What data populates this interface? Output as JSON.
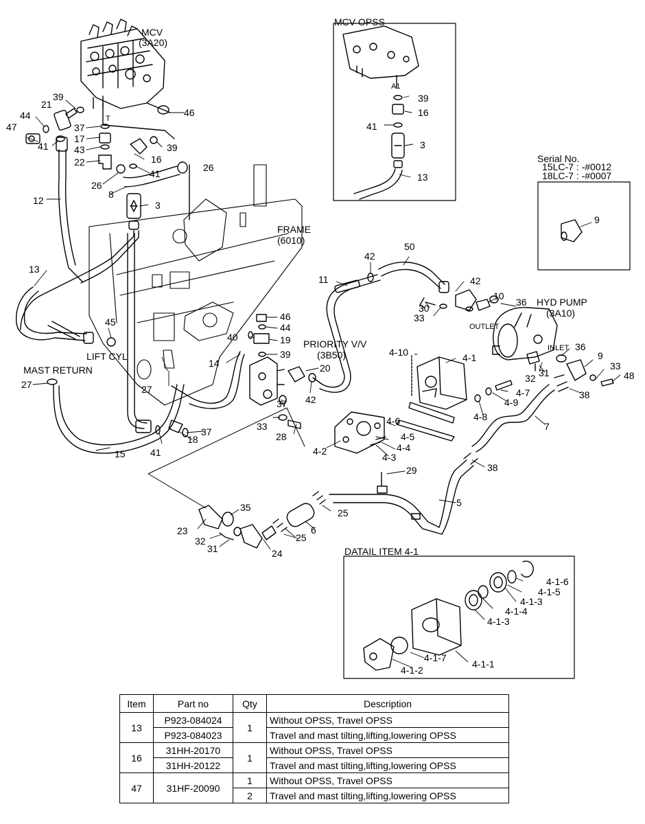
{
  "callouts": {
    "mcv": "MCV",
    "mcv_code": "(3A20)",
    "frame": "FRAME",
    "frame_code": "(6010)",
    "hyd_pump": "HYD PUMP",
    "hyd_pump_code": "(3A10)",
    "priority": "PRIORITY V/V",
    "priority_code": "(3B50)",
    "lift_cyl": "LIFT CYL",
    "mast_return": "MAST RETURN",
    "outlet": "OUTLET",
    "inlet": "INLET",
    "port_t": "T",
    "port_a1": "A1"
  },
  "inset_opss": {
    "title": "MCV OPSS",
    "labels": [
      "39",
      "16",
      "41",
      "3",
      "13"
    ]
  },
  "serial": {
    "title": "Serial No.",
    "line1": "15LC-7 : -#0012",
    "line2": "18LC-7 : -#0007",
    "item": "9"
  },
  "detail": {
    "title": "DATAIL ITEM 4-1",
    "labels": [
      "4-1-6",
      "4-1-5",
      "4-1-3",
      "4-1-4",
      "4-1-3",
      "4-1-7",
      "4-1-2",
      "4-1-1"
    ]
  },
  "main_labels": [
    "39",
    "21",
    "44",
    "47",
    "41",
    "37",
    "17",
    "43",
    "22",
    "46",
    "39",
    "16",
    "26",
    "41",
    "26",
    "8",
    "3",
    "12",
    "13",
    "45",
    "27",
    "15",
    "41",
    "18",
    "37",
    "14",
    "40",
    "46",
    "44",
    "19",
    "39",
    "20",
    "37",
    "42",
    "33",
    "28",
    "11",
    "42",
    "50",
    "42",
    "10",
    "30",
    "33",
    "36",
    "4-10",
    "4-1",
    "36",
    "32",
    "31",
    "9",
    "33",
    "48",
    "38",
    "4-7",
    "4-9",
    "4-8",
    "4-6",
    "4-5",
    "4-4",
    "4-3",
    "4-2",
    "7",
    "38",
    "29",
    "5",
    "25",
    "25",
    "6",
    "35",
    "23",
    "32",
    "31",
    "24",
    "27"
  ],
  "table": {
    "headers": [
      "Item",
      "Part no",
      "Qty",
      "Description"
    ],
    "rows": [
      {
        "item": "13",
        "parts": [
          "P923-084024",
          "P923-084023"
        ],
        "qty": "1",
        "desc": [
          "Without OPSS, Travel OPSS",
          "Travel and mast tilting,lifting,lowering OPSS"
        ]
      },
      {
        "item": "16",
        "parts": [
          "31HH-20170",
          "31HH-20122"
        ],
        "qty": "1",
        "desc": [
          "Without OPSS, Travel OPSS",
          "Travel and mast tilting,lifting,lowering OPSS"
        ]
      },
      {
        "item": "47",
        "parts": [
          "31HF-20090"
        ],
        "qty": [
          "1",
          "2"
        ],
        "desc": [
          "Without OPSS, Travel OPSS",
          "Travel and mast tilting,lifting,lowering OPSS"
        ]
      }
    ]
  }
}
